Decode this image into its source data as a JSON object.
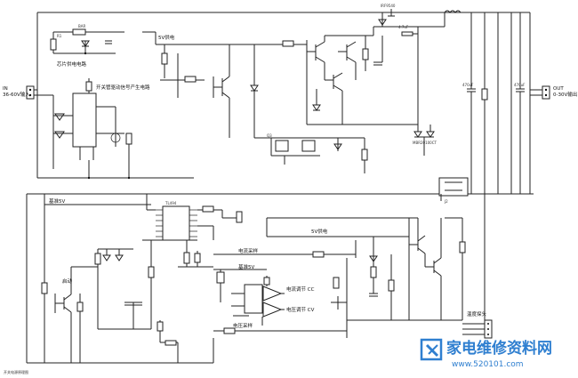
{
  "labels": {
    "chip_power": "芯片供电电路",
    "input_in": "IN",
    "input_range": "36-60V输入",
    "output_out": "OUT",
    "output_range": "0-30V输出",
    "pwm_circuit": "开关管驱动信号产生电路",
    "v5_power_top": "5V供电",
    "v5_power_mid": "5V供电",
    "ref_5v": "基准5V",
    "boot": "启动",
    "current_sample": "电流采样",
    "ref_5v_2": "基准5V",
    "current_adjust": "电流调节 CC",
    "voltage_adjust": "电压调节 CV",
    "voltage_sample": "电压采样",
    "temp_probe": "温度探头",
    "schottky": "MBR20100CT",
    "bottom_left": "开关电源原理图",
    "mosfet": "IRF9540"
  },
  "watermark": {
    "logo_text": "家电维修资料网",
    "url": "www.520101.com"
  },
  "colors": {
    "wire": "#222222",
    "watermark": "#2f7fd0"
  }
}
